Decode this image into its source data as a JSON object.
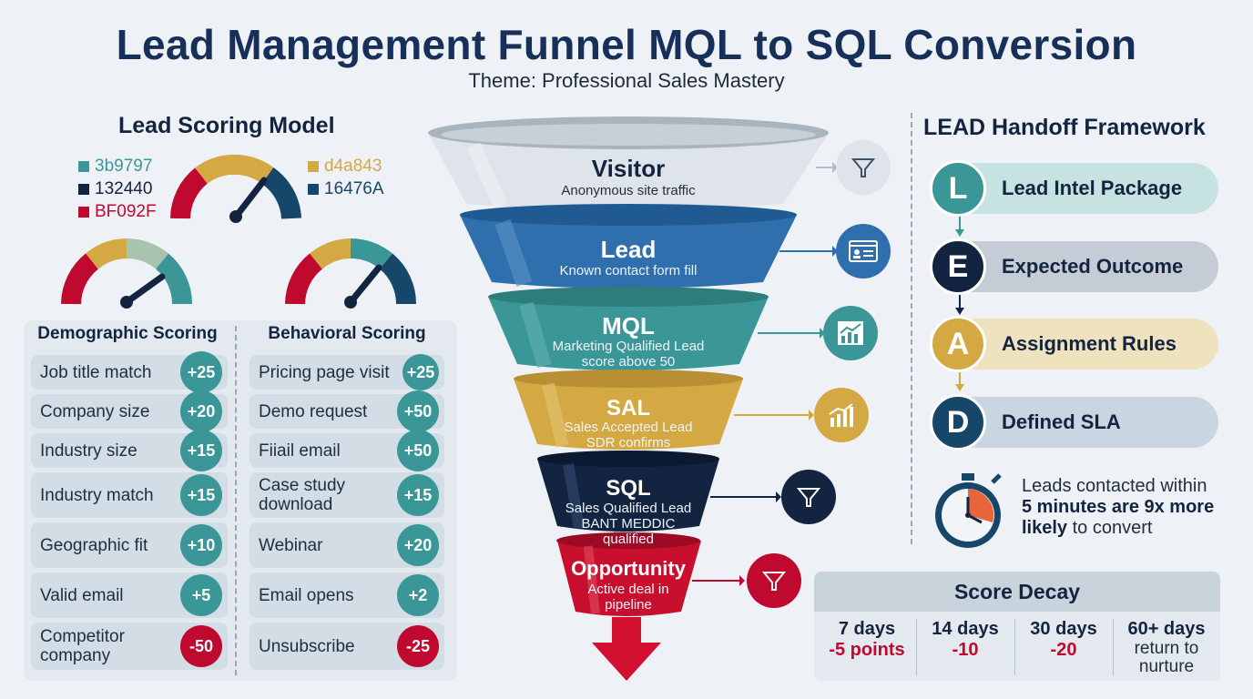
{
  "title": "Lead Management Funnel MQL to SQL Conversion",
  "subtitle": "Theme: Professional Sales Mastery",
  "scoring": {
    "title": "Lead Scoring Model",
    "legend": [
      {
        "label": "3b9797",
        "color": "#3b9797"
      },
      {
        "label": "132440",
        "color": "#132440"
      },
      {
        "label": "BF092F",
        "color": "#BF092F"
      },
      {
        "label": "d4a843",
        "color": "#d4a843"
      },
      {
        "label": "16476A",
        "color": "#16476A"
      }
    ],
    "demographic": {
      "title": "Demographic Scoring",
      "rows": [
        {
          "label": "Job title match",
          "points": "+25"
        },
        {
          "label": "Company size",
          "points": "+20"
        },
        {
          "label": "Industry size",
          "points": "+15"
        },
        {
          "label": "Industry match",
          "points": "+15"
        },
        {
          "label": "Geographic fit",
          "points": "+10"
        },
        {
          "label": "Valid email",
          "points": "+5"
        },
        {
          "label": "Competitor company",
          "points": "-50"
        }
      ]
    },
    "behavioral": {
      "title": "Behavioral Scoring",
      "rows": [
        {
          "label": "Pricing page visit",
          "points": "+25"
        },
        {
          "label": "Demo request",
          "points": "+50"
        },
        {
          "label": "Fiiail email",
          "points": "+50"
        },
        {
          "label": "Case study download",
          "points": "+15"
        },
        {
          "label": "Webinar",
          "points": "+20"
        },
        {
          "label": "Email opens",
          "points": "+2"
        },
        {
          "label": "Unsubscribe",
          "points": "-25"
        }
      ]
    }
  },
  "funnel": {
    "stages": [
      {
        "name": "Visitor",
        "desc": "Anonymous site traffic",
        "color": "#dde3ea",
        "icon": "funnel-icon"
      },
      {
        "name": "Lead",
        "desc": "Known contact form fill",
        "color": "#2f6fae",
        "icon": "contact-card-icon"
      },
      {
        "name": "MQL",
        "desc": "Marketing Qualified Lead score above 50",
        "color": "#3b9797",
        "icon": "growth-chart-icon"
      },
      {
        "name": "SAL",
        "desc": "Sales Accepted Lead SDR confirms",
        "color": "#d4a843",
        "icon": "bar-chart-icon"
      },
      {
        "name": "SQL",
        "desc": "Sales Qualified Lead BANT MEDDIC qualified",
        "color": "#132440",
        "icon": "funnel-icon"
      },
      {
        "name": "Opportunity",
        "desc": "Active deal in pipeline",
        "color": "#BF092F",
        "icon": "funnel-icon"
      }
    ]
  },
  "handoff": {
    "title": "LEAD Handoff Framework",
    "items": [
      {
        "letter": "L",
        "label": "Lead Intel Package",
        "color": "#3b9797",
        "bar": "#c6e3e1"
      },
      {
        "letter": "E",
        "label": "Expected Outcome",
        "color": "#132440",
        "bar": "#c5ccd5"
      },
      {
        "letter": "A",
        "label": "Assignment Rules",
        "color": "#d4a843",
        "bar": "#efe3bf"
      },
      {
        "letter": "D",
        "label": "Defined SLA",
        "color": "#16476A",
        "bar": "#c9d6e1"
      }
    ],
    "stat": {
      "line1": "Leads contacted within",
      "bold1": "5 minutes are 9x more",
      "bold2": "likely",
      "rest2": " to convert"
    }
  },
  "decay": {
    "title": "Score Decay",
    "columns": [
      {
        "period": "7 days",
        "value": "-5 points"
      },
      {
        "period": "14 days",
        "value": "-10"
      },
      {
        "period": "30 days",
        "value": "-20"
      },
      {
        "period": "60+ days",
        "value": "return to nurture"
      }
    ]
  }
}
